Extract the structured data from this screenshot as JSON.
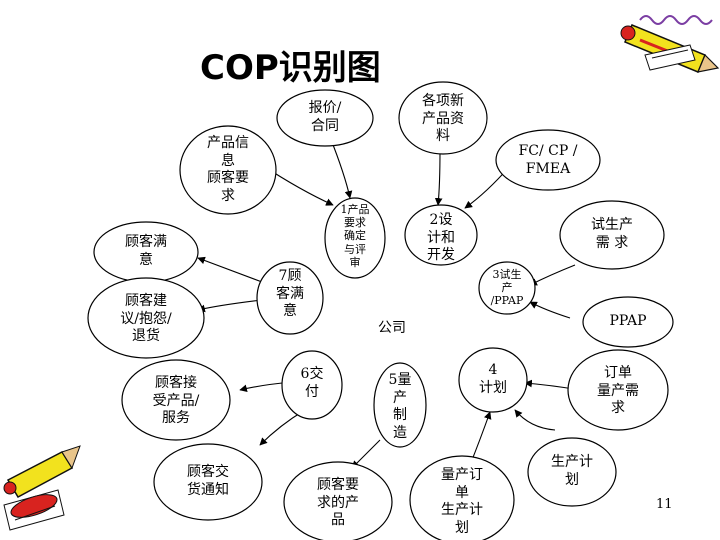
{
  "title": "COP识别图",
  "page_number": "11",
  "center": "公司",
  "inner_nodes": [
    "1产品\n要求\n确定\n与评\n审",
    "2设\n计和\n开发",
    "3试生\n产\n/PPAP",
    "4\n计划",
    "5量\n产\n制\n造",
    "6交\n付",
    "7顾\n客满\n意"
  ],
  "outer_nodes": [
    "报价/\n合同",
    "各项新\n产品资\n料",
    "产品信\n息\n顾客要\n求",
    "FC/ CP /\nFMEA",
    "顾客满\n意",
    "试生产\n需 求",
    "顾客建\n议/抱怨/\n退货",
    "PPAP",
    "顾客接\n受产品/\n服务",
    "订单\n量产需\n求",
    "顾客交\n货通知",
    "生产计\n划",
    "顾客要\n求的产\n品",
    "量产订\n单\n生产计\n划"
  ],
  "colors": {
    "line": "#000000",
    "background": "#ffffff",
    "pencil_yellow": "#f2e21e",
    "pencil_red": "#d8231f"
  }
}
